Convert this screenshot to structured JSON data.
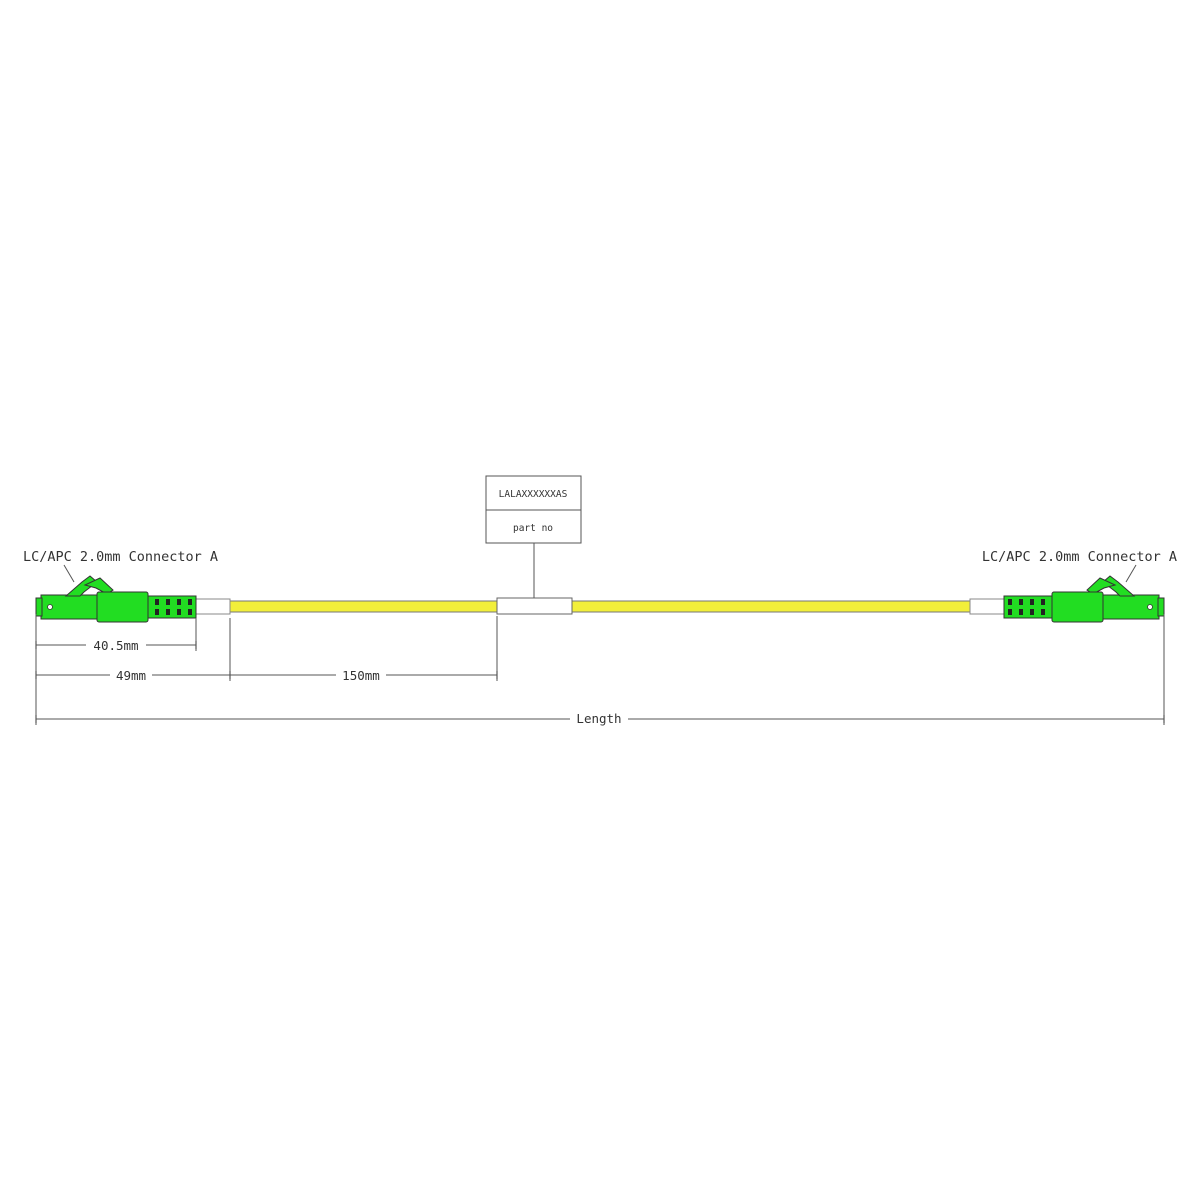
{
  "connector_left_label": "LC/APC 2.0mm Connector A",
  "connector_right_label": "LC/APC 2.0mm Connector A",
  "tag": {
    "code": "LALAXXXXXXAS",
    "caption": "part no"
  },
  "dimensions": {
    "connector_body": "40.5mm",
    "connector_boot": "49mm",
    "label_position": "150mm",
    "overall": "Length"
  },
  "colors": {
    "cable": "#f2ef3a",
    "connector": "#22dd22",
    "outline": "#555555"
  }
}
